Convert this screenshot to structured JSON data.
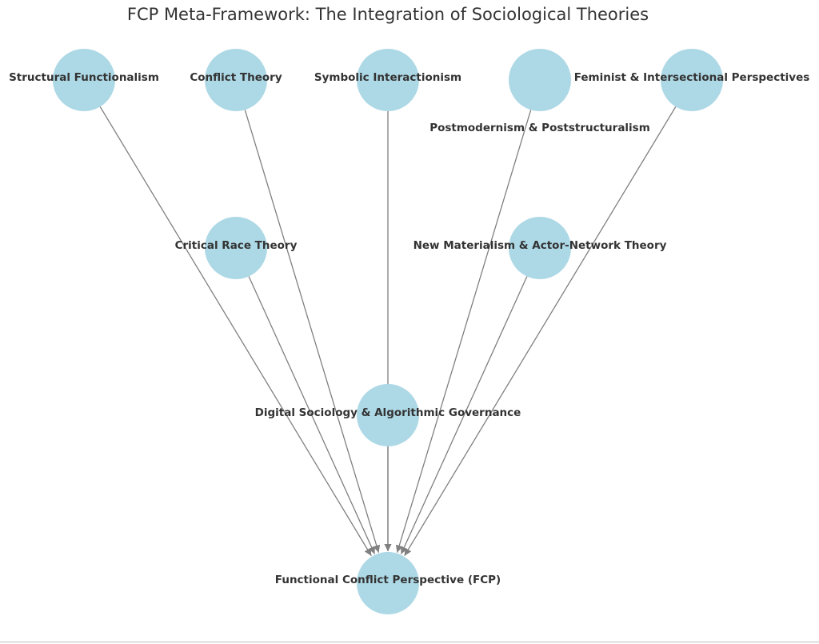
{
  "title": "FCP Meta-Framework: The Integration of Sociological Theories",
  "colors": {
    "node": "#add8e6",
    "edge": "#808080",
    "text": "#333333"
  },
  "target": {
    "id": "fcp",
    "label": "Functional Conflict Perspective (FCP)"
  },
  "nodes": [
    {
      "id": "sf",
      "label": "Structural Functionalism"
    },
    {
      "id": "ct",
      "label": "Conflict Theory"
    },
    {
      "id": "si",
      "label": "Symbolic Interactionism"
    },
    {
      "id": "pm",
      "label": "Postmodernism & Poststructuralism"
    },
    {
      "id": "fi",
      "label": "Feminist & Intersectional Perspectives"
    },
    {
      "id": "crt",
      "label": "Critical Race Theory"
    },
    {
      "id": "nm",
      "label": "New Materialism & Actor-Network Theory"
    },
    {
      "id": "ds",
      "label": "Digital Sociology & Algorithmic Governance"
    }
  ],
  "edges": [
    [
      "sf",
      "fcp"
    ],
    [
      "ct",
      "fcp"
    ],
    [
      "si",
      "fcp"
    ],
    [
      "pm",
      "fcp"
    ],
    [
      "fi",
      "fcp"
    ],
    [
      "crt",
      "fcp"
    ],
    [
      "nm",
      "fcp"
    ],
    [
      "ds",
      "fcp"
    ]
  ]
}
